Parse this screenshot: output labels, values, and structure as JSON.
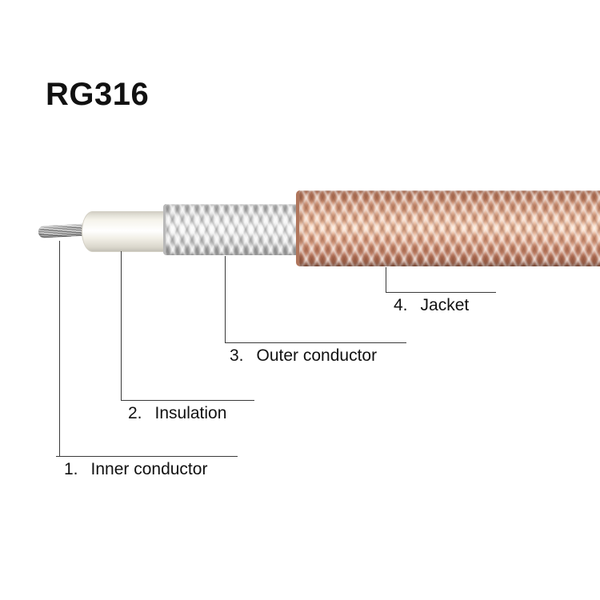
{
  "title": "RG316",
  "background_color": "#ffffff",
  "cable": {
    "layers": [
      {
        "name": "inner-conductor",
        "color": "#8f8f8f"
      },
      {
        "name": "insulation",
        "color": "#f6f4ec"
      },
      {
        "name": "outer-conductor",
        "color": "#d9d9d9"
      },
      {
        "name": "jacket",
        "color": "#d59a7d"
      }
    ]
  },
  "callouts": [
    {
      "number": "1.",
      "label": "Inner conductor"
    },
    {
      "number": "2.",
      "label": "Insulation"
    },
    {
      "number": "3.",
      "label": "Outer conductor"
    },
    {
      "number": "4.",
      "label": "Jacket"
    }
  ]
}
